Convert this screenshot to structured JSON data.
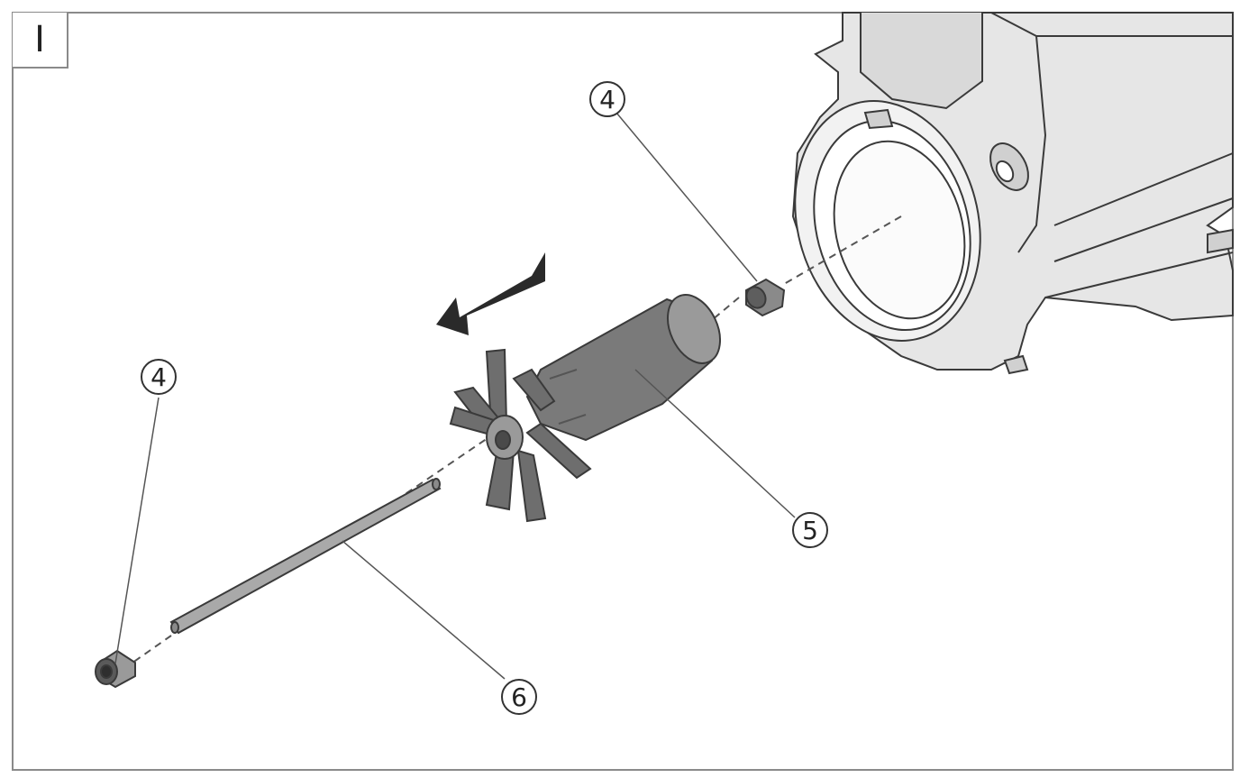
{
  "step": {
    "label": "I"
  },
  "callouts": [
    {
      "id": "top-bearing",
      "label": "4"
    },
    {
      "id": "bottom-bearing",
      "label": "4"
    },
    {
      "id": "impeller",
      "label": "5"
    },
    {
      "id": "shaft",
      "label": "6"
    }
  ],
  "colors": {
    "frame": "#8a8a8a",
    "part_dark": "#6f6f6f",
    "part_mid": "#a9a9a9",
    "housing_fill": "#e6e6e6",
    "housing_stroke": "#3a3a3a",
    "arrow": "#2a2a2a"
  }
}
